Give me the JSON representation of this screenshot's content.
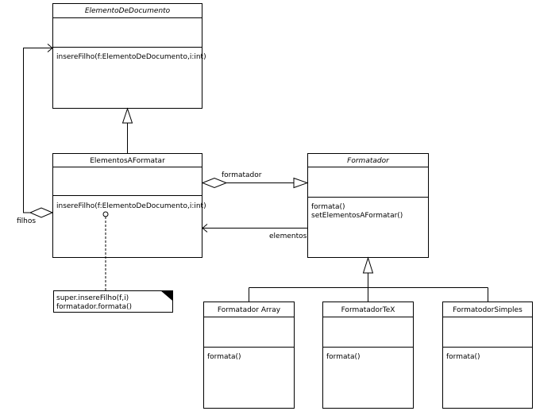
{
  "classes": {
    "elemento_de_documento": {
      "name": "ElementoDeDocumento",
      "operations": [
        "insereFilho(f:ElementoDeDocumento,i:int)"
      ]
    },
    "elementos_a_formatar": {
      "name": "ElementosAFormatar",
      "operations": [
        "insereFilho(f:ElementoDeDocumento,i:int)"
      ]
    },
    "formatador": {
      "name": "Formatador",
      "operations": [
        "formata()",
        "setElementosAFormatar()"
      ]
    },
    "formatador_array": {
      "name": "Formatador Array",
      "operations": [
        "formata()"
      ]
    },
    "formatador_tex": {
      "name": "FormatadorTeX",
      "operations": [
        "formata()"
      ]
    },
    "formatador_simples": {
      "name": "FormatodorSimples",
      "operations": [
        "formata()"
      ]
    }
  },
  "associations": {
    "formatador_label": "formatador",
    "elementos_label": "elementos",
    "filhos_label": "filhos"
  },
  "note": {
    "lines": [
      "super.insereFilho(f,i)",
      "formatador.formata()"
    ]
  }
}
